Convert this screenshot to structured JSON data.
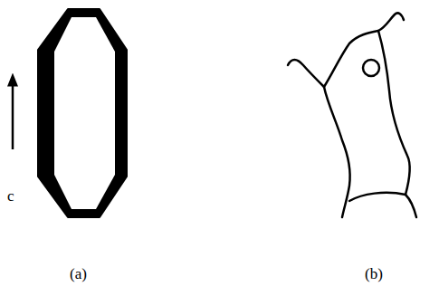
{
  "diagram": {
    "labels": [
      "c",
      "(a)",
      "(b)"
    ]
  }
}
